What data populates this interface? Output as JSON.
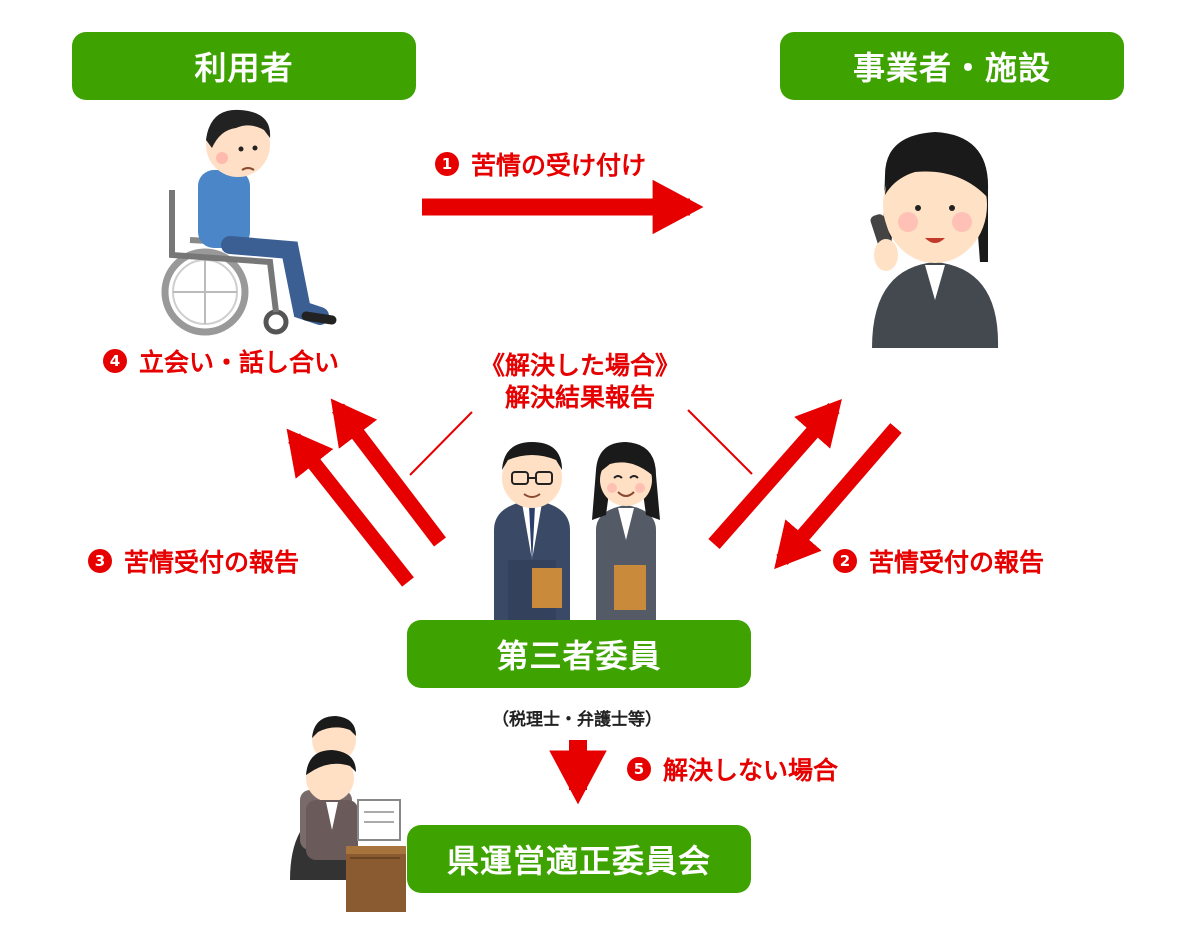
{
  "boxes": {
    "user": "利用者",
    "provider": "事業者・施設",
    "third_party": "第三者委員",
    "prefecture": "県運営適正委員会"
  },
  "steps": {
    "s1": {
      "num": "1",
      "label": "苦情の受け付け"
    },
    "s2": {
      "num": "2",
      "label": "苦情受付の報告"
    },
    "s3": {
      "num": "3",
      "label": "苦情受付の報告"
    },
    "s4": {
      "num": "4",
      "label": "立会い・話し合い"
    },
    "s5": {
      "num": "5",
      "label": "解決しない場合"
    }
  },
  "resolved": {
    "line1": "《解決した場合》",
    "line2": "解決結果報告"
  },
  "third_party_note": "（税理士・弁護士等）",
  "colors": {
    "box_green": "#3ea300",
    "arrow_red": "#e60000"
  }
}
